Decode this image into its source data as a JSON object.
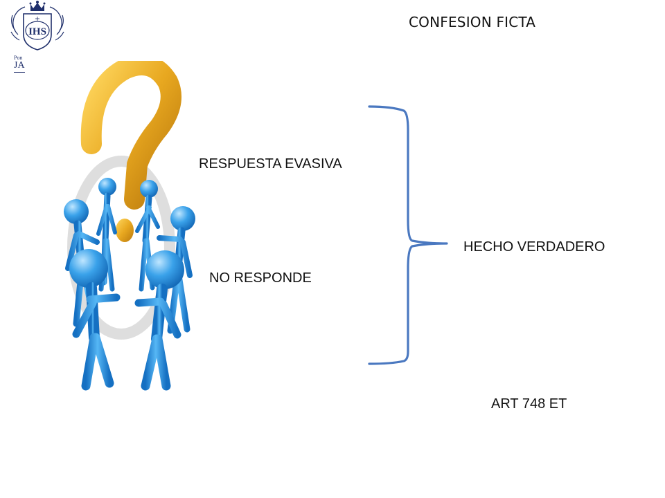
{
  "slide": {
    "title": "CONFESION FICTA",
    "left_items": [
      {
        "label": "RESPUESTA  EVASIVA"
      },
      {
        "label": "NO RESPONDE"
      }
    ],
    "result_label": "HECHO VERDADERO",
    "reference": "ART 748 ET",
    "logo": {
      "monogram": "IHS",
      "lettering_small": "Pon",
      "lettering_big": "JA",
      "color": "#1f2f6b"
    },
    "illustration": {
      "icon": "question-mark-figures-icon",
      "question_mark_color": "#e8a820",
      "figures_color": "#2a8fd8"
    },
    "brace": {
      "icon": "curly-brace-icon",
      "color": "#4a78c0"
    }
  }
}
